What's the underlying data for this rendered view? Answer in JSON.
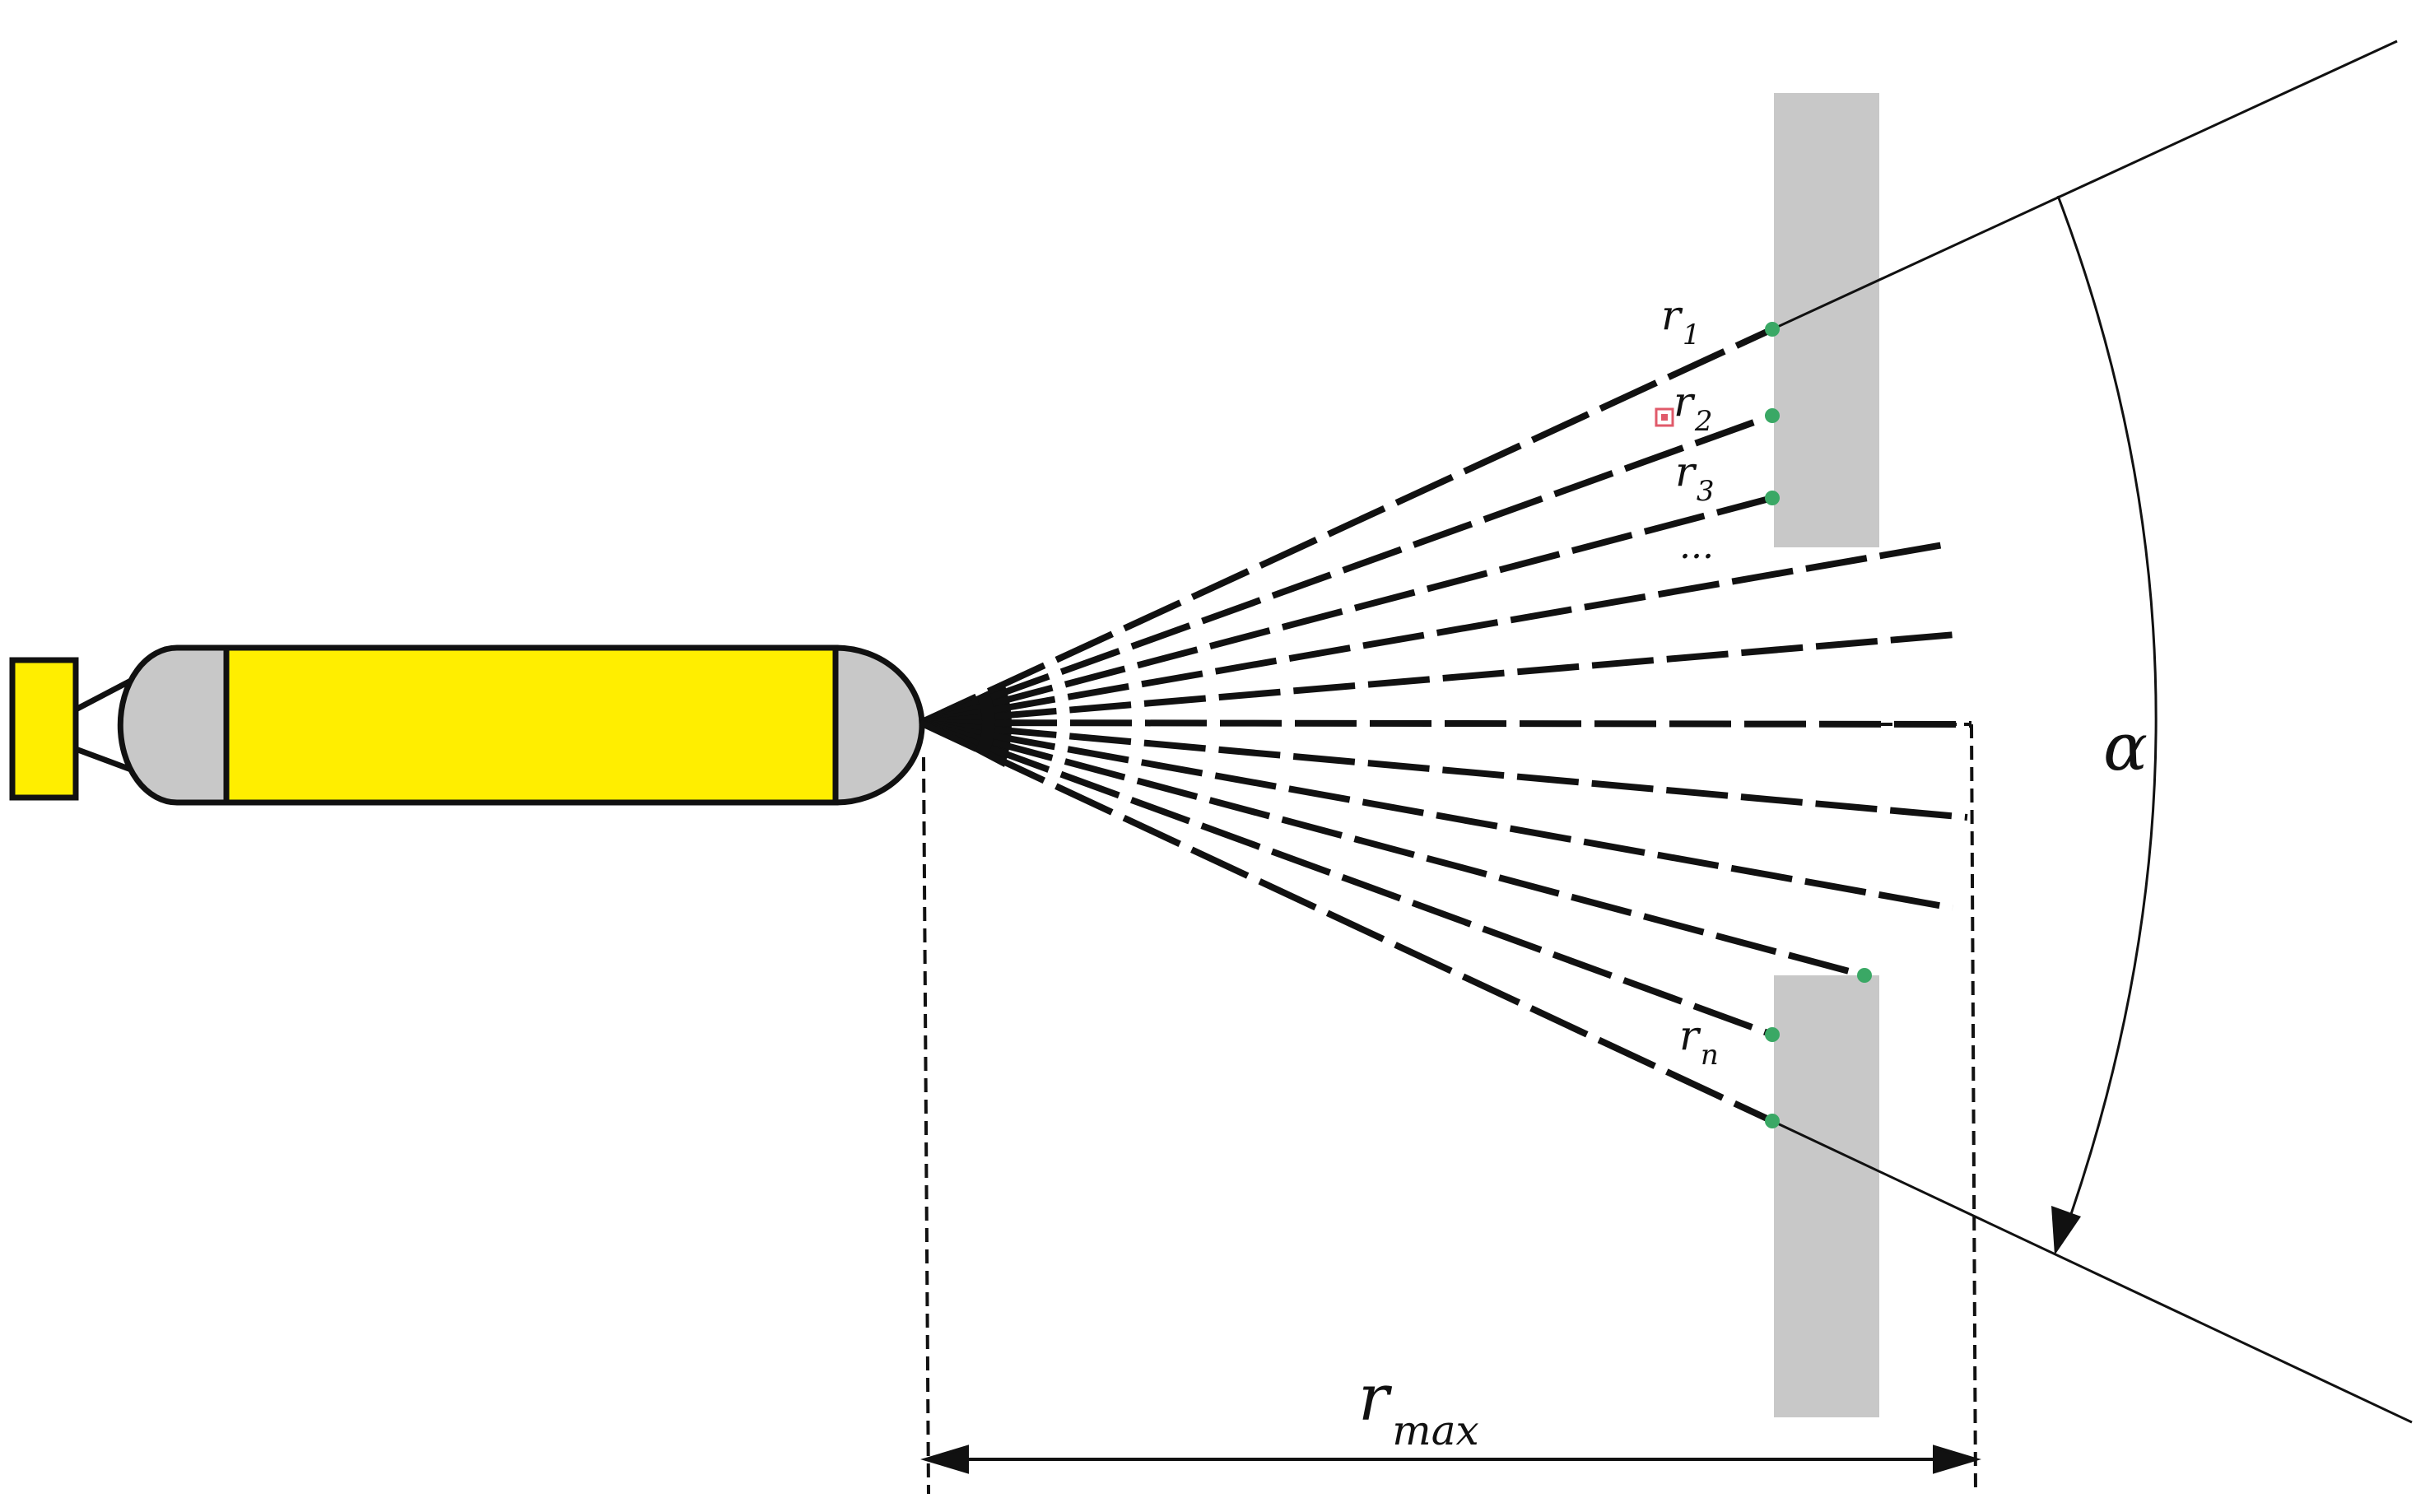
{
  "diagram": {
    "labels": {
      "r1": {
        "base": "r",
        "sub": "1"
      },
      "r2": {
        "base": "r",
        "sub": "2"
      },
      "r3": {
        "base": "r",
        "sub": "3"
      },
      "ellipsis": "...",
      "rn": {
        "base": "r",
        "sub": "n"
      },
      "rmax": {
        "base": "r",
        "sub": "max"
      },
      "alpha": "α"
    },
    "colors": {
      "vehicle_body": "#ffee00",
      "vehicle_caps": "#c8c8c8",
      "obstacle": "#c8c8c8",
      "hit_point": "#3aa865",
      "line": "#111111",
      "marker": "#e05a6a"
    },
    "beam_count": 11,
    "hit_beams": [
      "r1",
      "r2",
      "r3",
      "r-lower-edge",
      "rn",
      "r-lower-boundary"
    ]
  }
}
